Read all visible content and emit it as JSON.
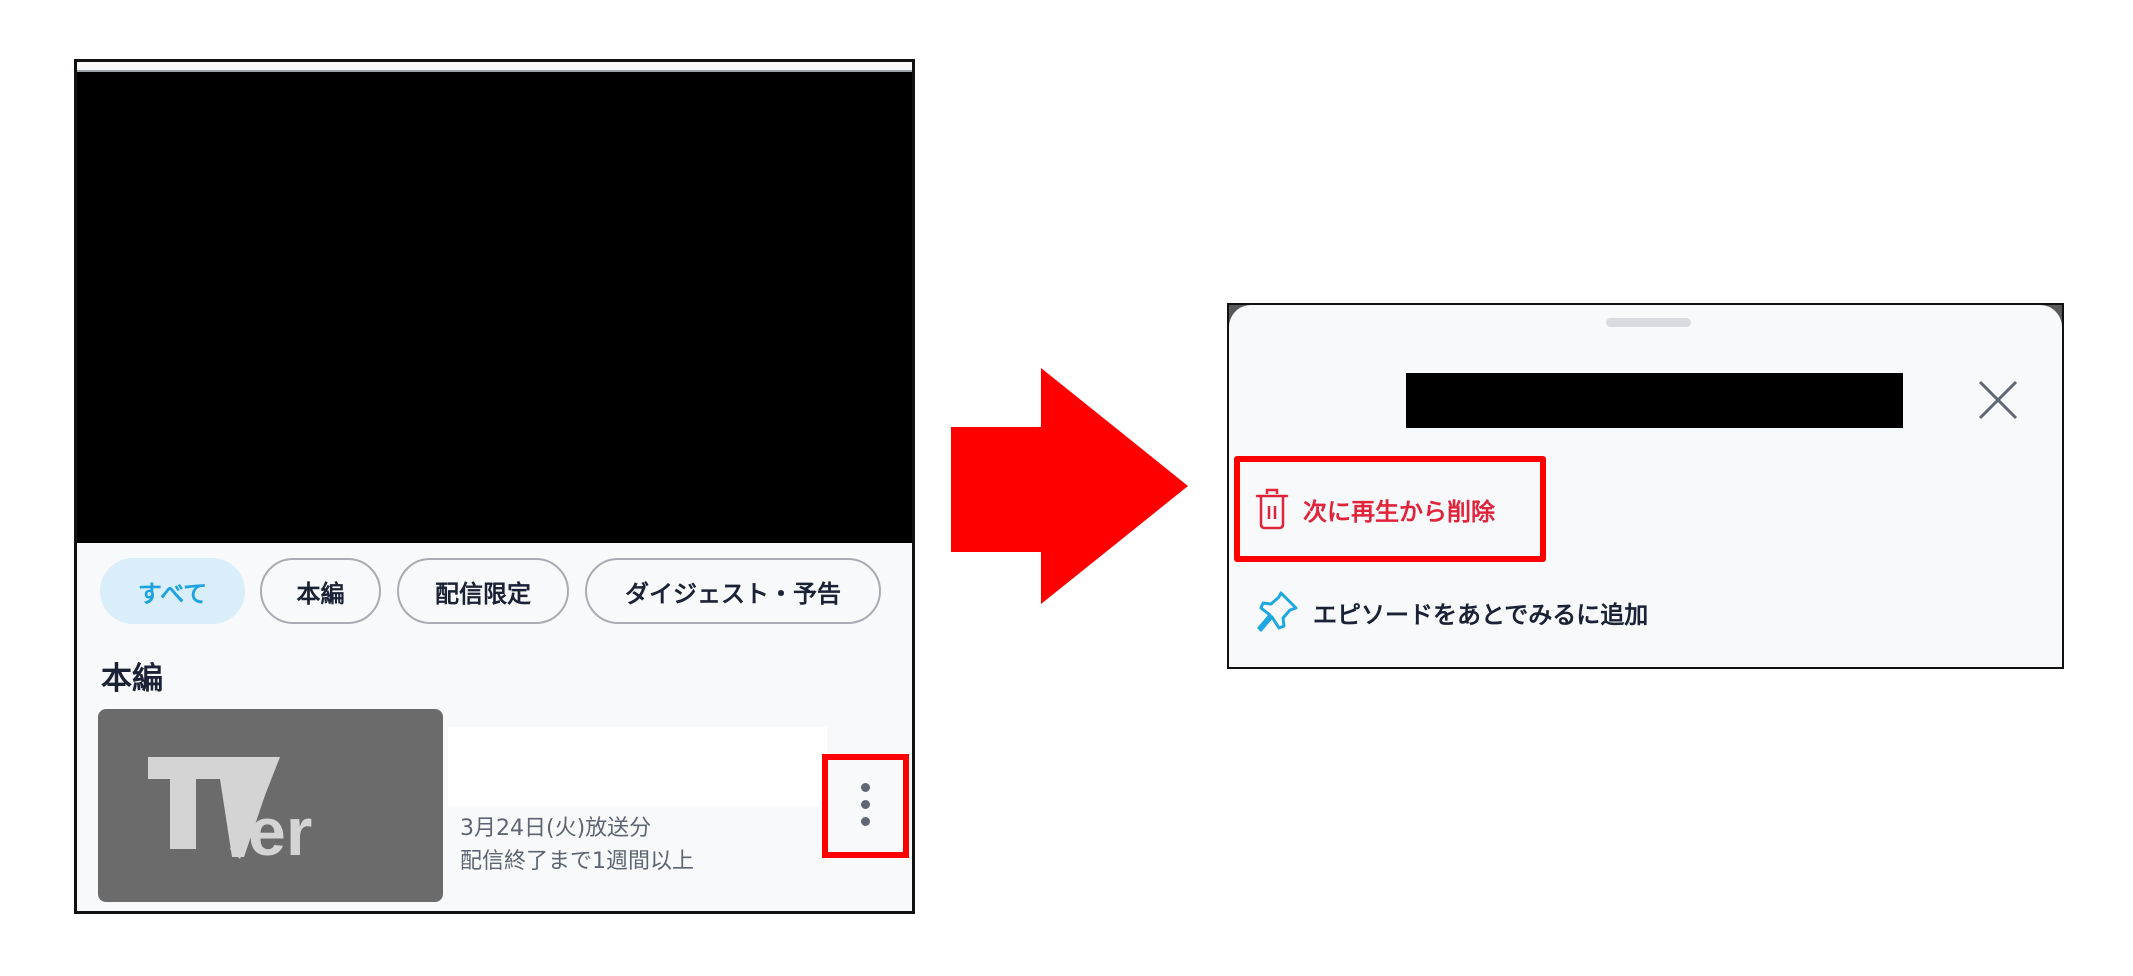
{
  "left_screen": {
    "video_player": {
      "state": "redacted-black"
    },
    "filter_chips": [
      {
        "label": "すべて",
        "active": true
      },
      {
        "label": "本編",
        "active": false
      },
      {
        "label": "配信限定",
        "active": false
      },
      {
        "label": "ダイジェスト・予告",
        "active": false
      }
    ],
    "section_title": "本編",
    "episode": {
      "thumbnail_logo": "TVer",
      "title": "",
      "broadcast_date": "3月24日(火)放送分",
      "availability": "配信終了まで1週間以上",
      "more_icon": "kebab-vertical-icon",
      "highlight_color": "#ff0000"
    }
  },
  "arrow": {
    "direction": "right",
    "color": "#ff0000"
  },
  "right_screen": {
    "bottom_sheet": {
      "title": "",
      "close_icon": "close-icon",
      "menu_items": [
        {
          "label": "次に再生から削除",
          "icon": "trash-icon",
          "color": "#e0243c",
          "highlighted": true
        },
        {
          "label": "エピソードをあとでみるに追加",
          "icon": "pin-icon",
          "icon_color": "#1ea7e1",
          "highlighted": false
        }
      ]
    }
  },
  "colors": {
    "accent_blue": "#1ea3e0",
    "chip_active_bg": "#d9eef9",
    "text_dark": "#1b2236",
    "text_gray": "#5d6573",
    "annotation_red": "#ff0000",
    "panel_bg": "#f8f9fb"
  }
}
